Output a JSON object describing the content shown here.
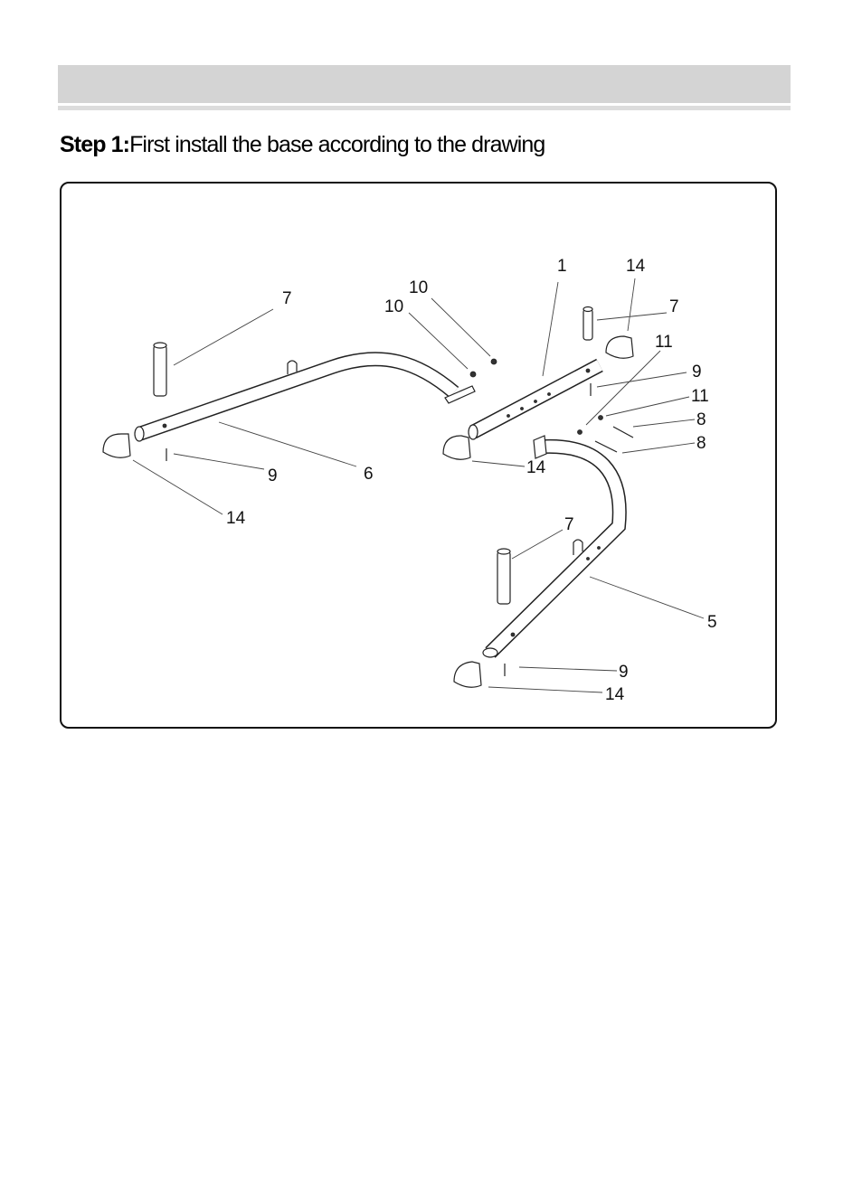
{
  "header": {
    "step_label": "Step 1:",
    "step_text": "First install the base according to the drawing"
  },
  "diagram": {
    "callouts": {
      "part_1": "1",
      "part_5": "5",
      "part_6": "6",
      "part_7_left": "7",
      "part_7_right": "7",
      "part_7_bottom": "7",
      "part_8_upper": "8",
      "part_8_lower": "8",
      "part_9_left": "9",
      "part_9_right": "9",
      "part_9_bottom": "9",
      "part_10_upper": "10",
      "part_10_lower": "10",
      "part_11_upper": "11",
      "part_11_lower": "11",
      "part_14_left": "14",
      "part_14_top_right": "14",
      "part_14_center": "14",
      "part_14_bottom": "14"
    }
  }
}
